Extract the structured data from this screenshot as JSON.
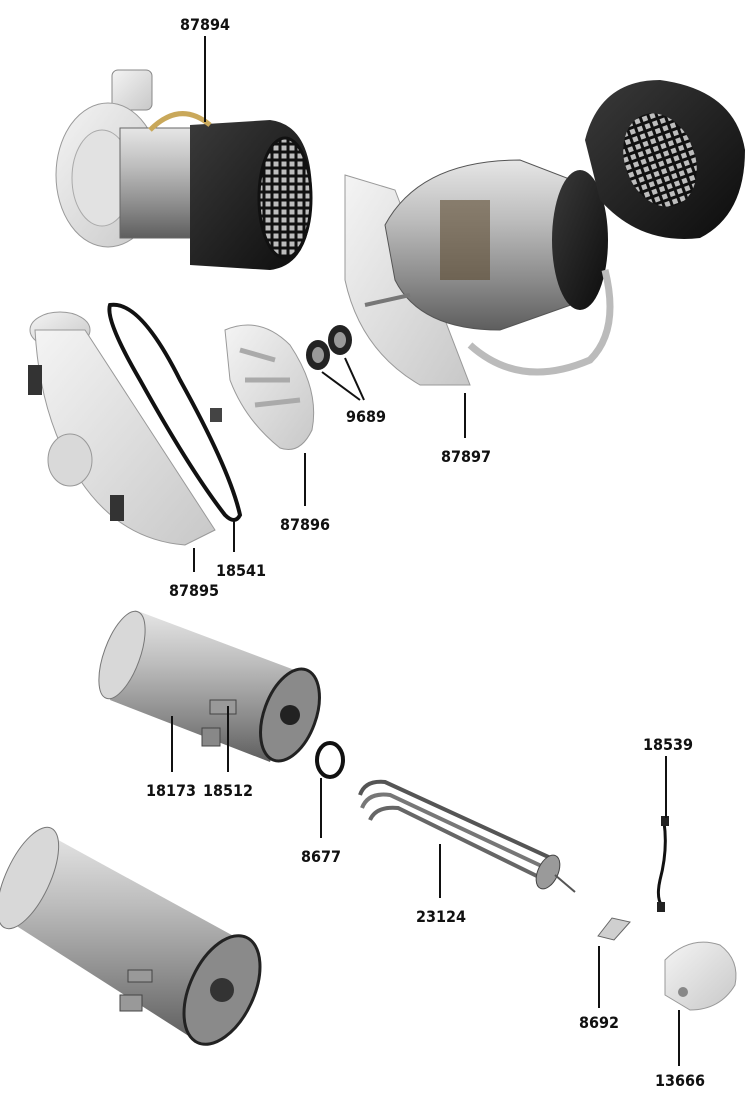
{
  "diagram": {
    "part_numbers": {
      "wash_pump": "87894",
      "pump_housing": "87895",
      "impeller": "87896",
      "pump_motor": "87897",
      "shaft_seal": "9689",
      "o_ring_large": "18541",
      "boiler_small": "18173",
      "boiler_bracket": "18512",
      "o_ring_small": "8677",
      "heating_element": "23124",
      "thermostat_clip": "8692",
      "sensor_lead": "18539",
      "end_cap": "13666"
    }
  }
}
